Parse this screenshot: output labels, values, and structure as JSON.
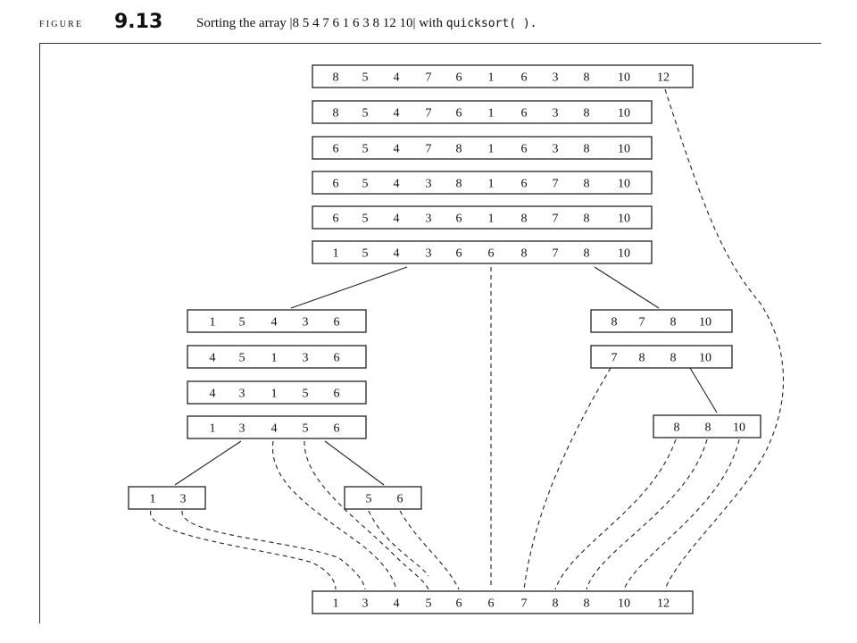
{
  "caption": {
    "figure_word": "FIGURE",
    "figure_number": "9.13",
    "text_prefix": "Sorting the array |8 5 4 7 6 1 6 3 8 12 10| with",
    "function_name": "quicksort",
    "text_suffix": "( )."
  },
  "arrays": [
    {
      "id": "r1",
      "values": [
        "8",
        "5",
        "4",
        "7",
        "6",
        "1",
        "6",
        "3",
        "8",
        "10",
        "12"
      ]
    },
    {
      "id": "r2",
      "values": [
        "8",
        "5",
        "4",
        "7",
        "6",
        "1",
        "6",
        "3",
        "8",
        "10"
      ]
    },
    {
      "id": "r3",
      "values": [
        "6",
        "5",
        "4",
        "7",
        "8",
        "1",
        "6",
        "3",
        "8",
        "10"
      ]
    },
    {
      "id": "r4",
      "values": [
        "6",
        "5",
        "4",
        "3",
        "8",
        "1",
        "6",
        "7",
        "8",
        "10"
      ]
    },
    {
      "id": "r5",
      "values": [
        "6",
        "5",
        "4",
        "3",
        "6",
        "1",
        "8",
        "7",
        "8",
        "10"
      ]
    },
    {
      "id": "r6",
      "values": [
        "1",
        "5",
        "4",
        "3",
        "6",
        "6",
        "8",
        "7",
        "8",
        "10"
      ]
    },
    {
      "id": "l1",
      "values": [
        "1",
        "5",
        "4",
        "3",
        "6"
      ]
    },
    {
      "id": "l2",
      "values": [
        "4",
        "5",
        "1",
        "3",
        "6"
      ]
    },
    {
      "id": "l3",
      "values": [
        "4",
        "3",
        "1",
        "5",
        "6"
      ]
    },
    {
      "id": "l4",
      "values": [
        "1",
        "3",
        "4",
        "5",
        "6"
      ]
    },
    {
      "id": "ll",
      "values": [
        "1",
        "3"
      ]
    },
    {
      "id": "lr",
      "values": [
        "5",
        "6"
      ]
    },
    {
      "id": "rt1",
      "values": [
        "8",
        "7",
        "8",
        "10"
      ]
    },
    {
      "id": "rt2",
      "values": [
        "7",
        "8",
        "8",
        "10"
      ]
    },
    {
      "id": "rt3",
      "values": [
        "8",
        "8",
        "10"
      ]
    },
    {
      "id": "final",
      "values": [
        "1",
        "3",
        "4",
        "5",
        "6",
        "6",
        "7",
        "8",
        "8",
        "10",
        "12"
      ]
    }
  ]
}
